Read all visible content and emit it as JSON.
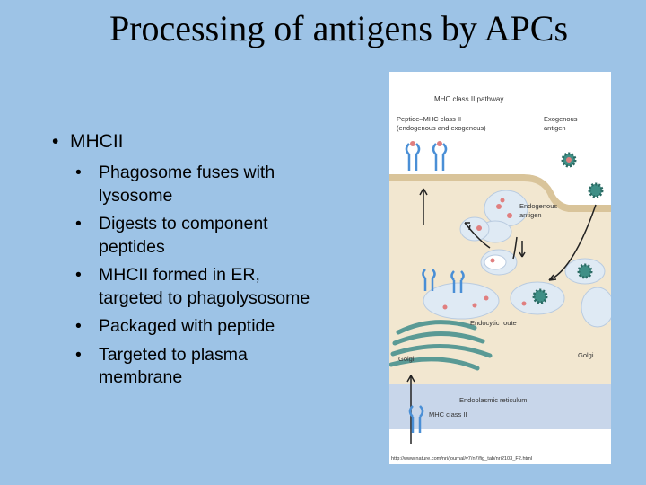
{
  "slide": {
    "title": "Processing of antigens by APCs"
  },
  "bullets": {
    "main": "MHCII",
    "items": [
      "Phagosome fuses with lysosome",
      "Digests to component peptides",
      "MHCII formed in ER, targeted to phagolysosome",
      "Packaged with peptide",
      "Targeted to plasma membrane"
    ]
  },
  "figure": {
    "title": "MHC class II pathway",
    "label_peptide_mhc_1": "Peptide–MHC class II",
    "label_peptide_mhc_2": "(endogenous and exogenous)",
    "label_exogenous_1": "Exogenous",
    "label_exogenous_2": "antigen",
    "label_endogenous_1": "Endogenous",
    "label_endogenous_2": "antigen",
    "label_endocytic": "Endocytic route",
    "label_golgi_left": "Golgi",
    "label_golgi_right": "Golgi",
    "label_er": "Endoplasmic reticulum",
    "label_mhc": "MHC class II",
    "source_url": "http://www.nature.com/nri/journal/v7/n7/fig_tab/nri2103_F2.html",
    "colors": {
      "cytoplasm": "#f2e7d0",
      "membrane": "#d9c49a",
      "vesicle": "#dfeaf4",
      "golgi": "#5a9a95",
      "er": "#c8d6ea",
      "mhc": "#4a8fd6",
      "virus": "#3f8f86",
      "peptide": "#e07f7f"
    }
  }
}
